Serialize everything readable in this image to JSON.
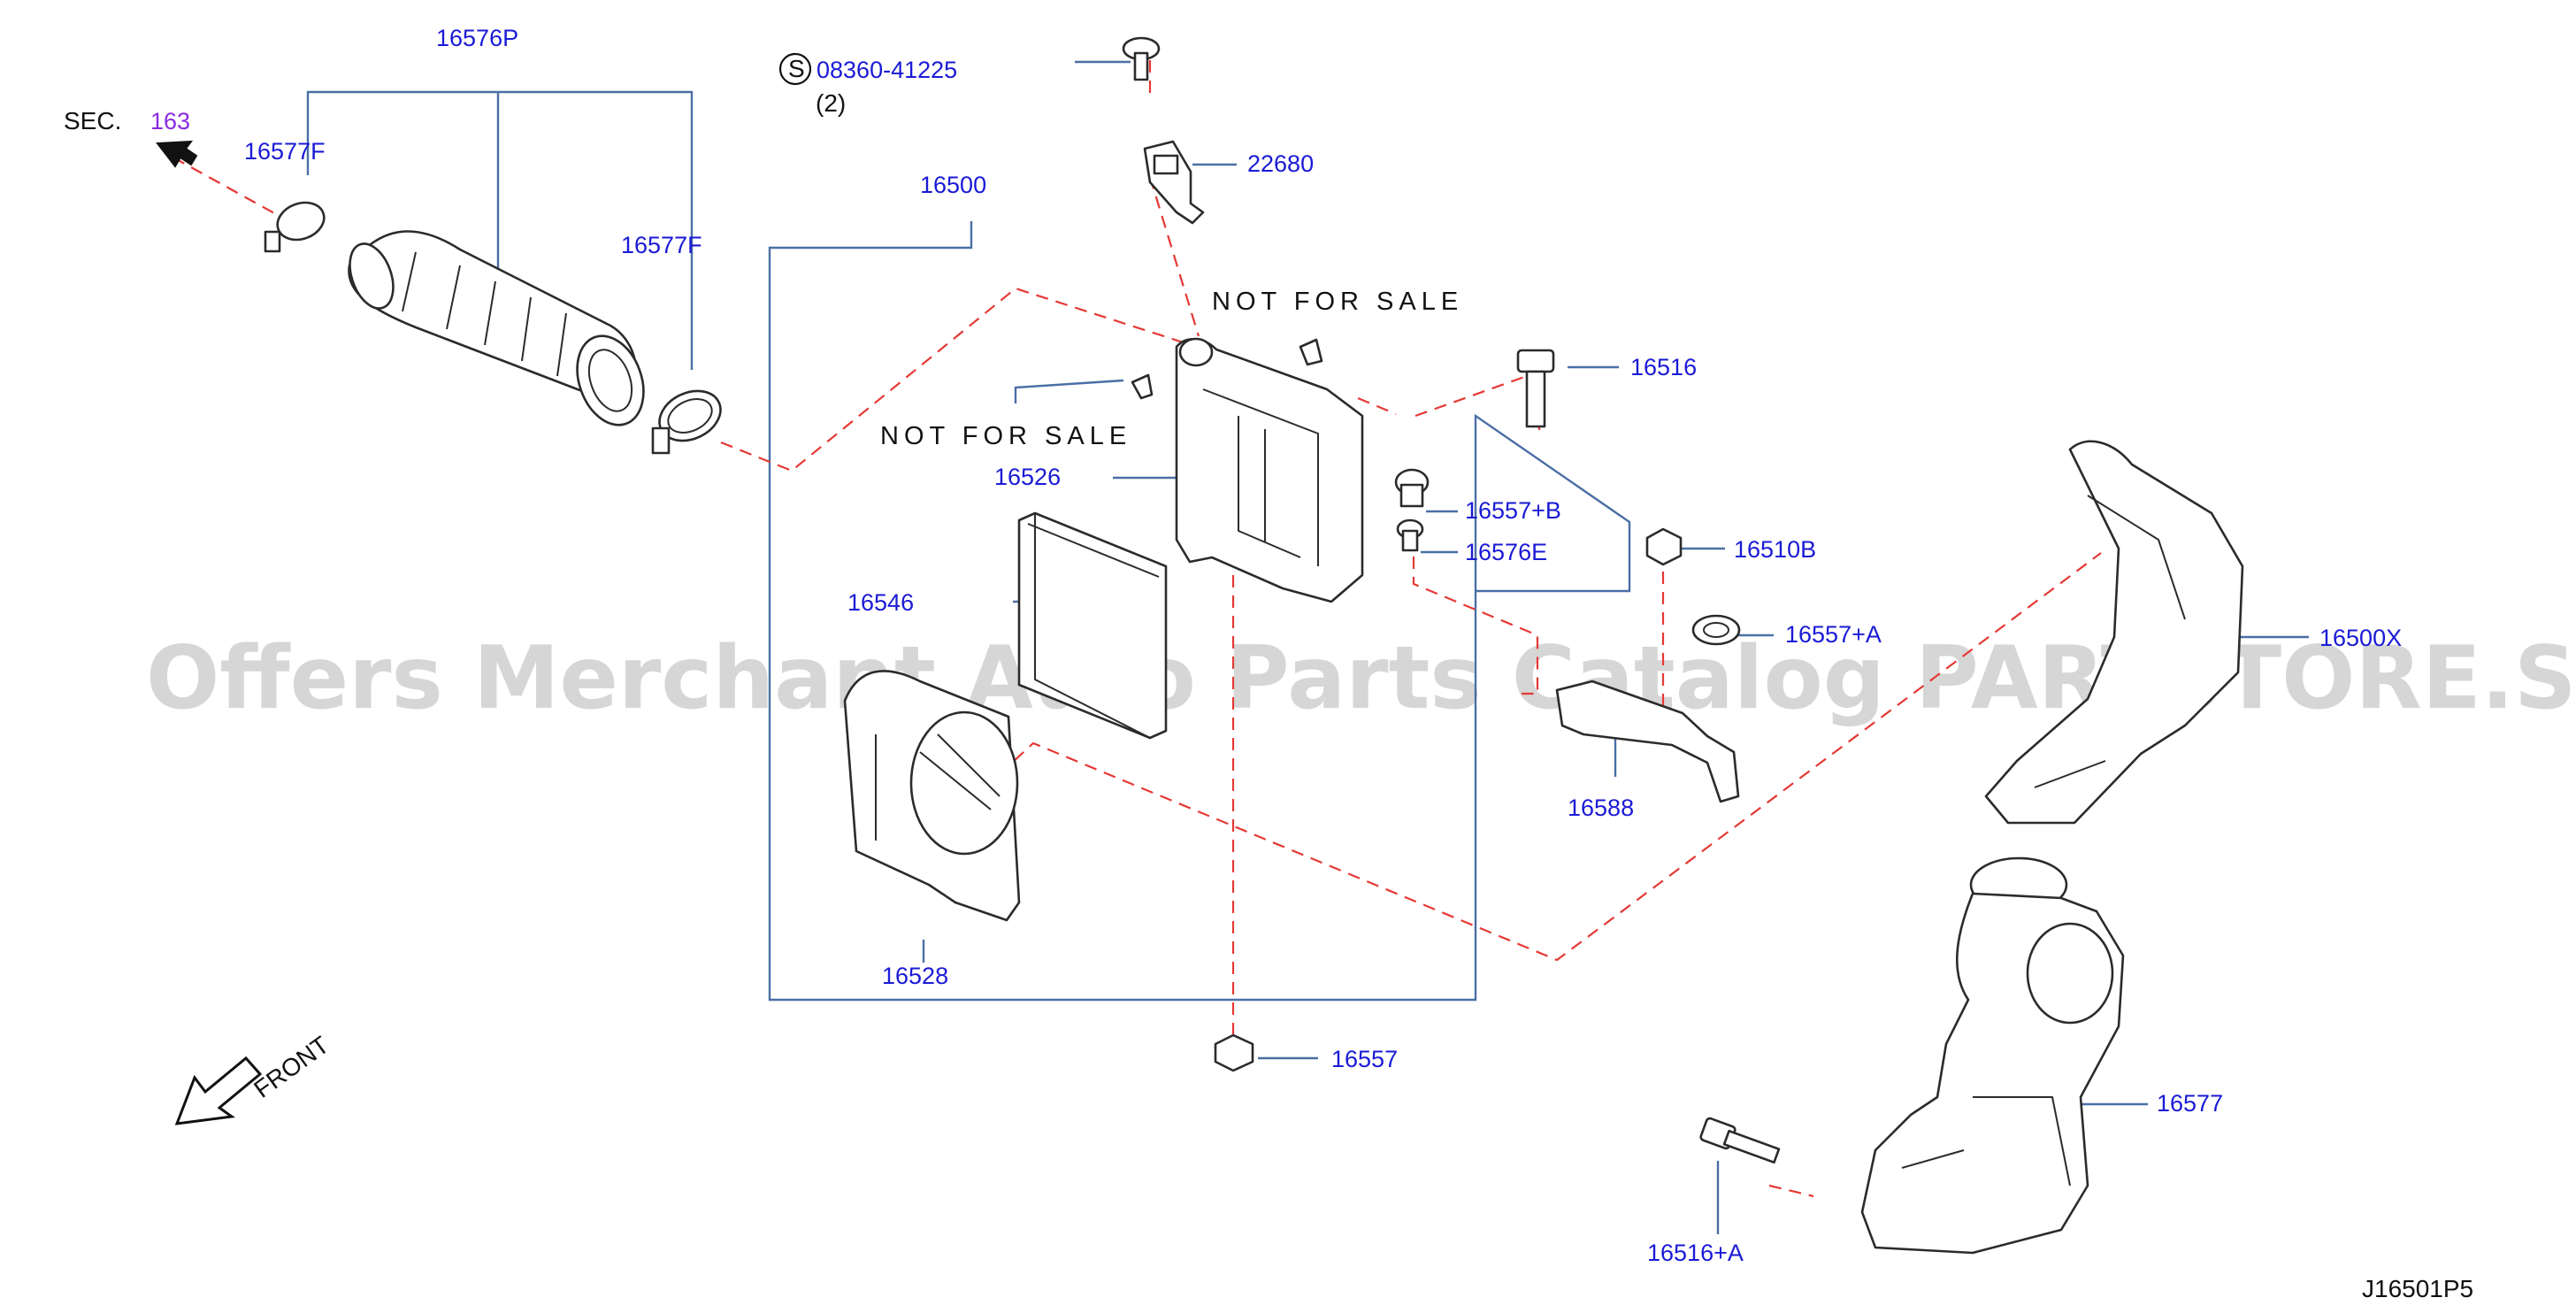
{
  "labels": {
    "sec": "SEC.",
    "sec_ref": "163",
    "p16576P": "16576P",
    "p16577F_a": "16577F",
    "p16577F_b": "16577F",
    "screw_code": "08360-41225",
    "screw_qty": "(2)",
    "screw_symbol": "S",
    "p22680": "22680",
    "p16500": "16500",
    "nfs_1": "NOT FOR SALE",
    "nfs_2": "NOT FOR SALE",
    "p16526": "16526",
    "p16546": "16546",
    "p16528": "16528",
    "p16516": "16516",
    "p16557B": "16557+B",
    "p16576E": "16576E",
    "p16510B": "16510B",
    "p16557A": "16557+A",
    "p16588": "16588",
    "p16500X": "16500X",
    "p16557": "16557",
    "p16577": "16577",
    "p16516A": "16516+A",
    "front": "FRONT",
    "diagram_id": "J16501P5"
  },
  "watermark": "Offers Merchant Auto Parts Catalog PARTSTORE.SA",
  "colors": {
    "part_number": "#1a1ad6",
    "leader_line": "#4a6fa5",
    "dashed_line": "#e53935",
    "section_ref": "#8a2be2",
    "outline": "#2b2b2b"
  }
}
